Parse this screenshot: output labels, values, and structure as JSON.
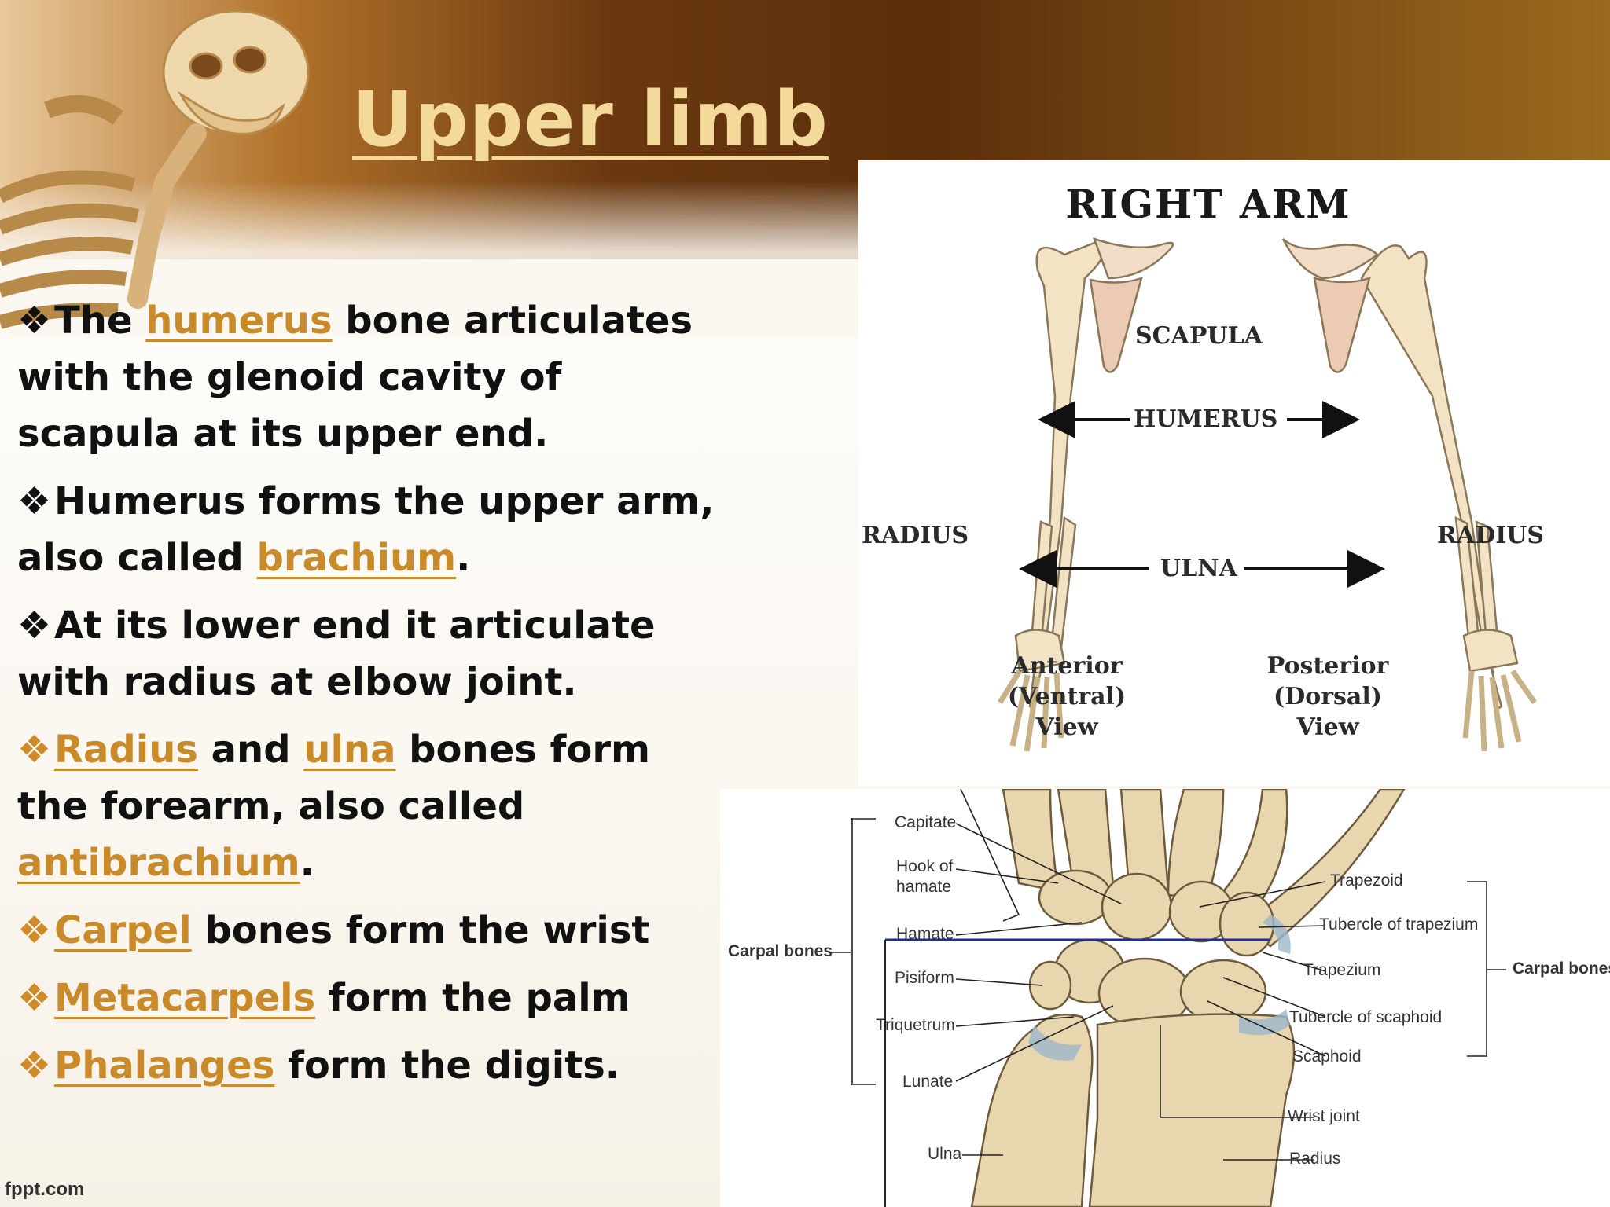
{
  "slide": {
    "title": "Upper limb",
    "footer": "fppt.com"
  },
  "bullets": [
    {
      "marker": "❖",
      "parts": [
        {
          "text": "The "
        },
        {
          "text": "humerus",
          "kw": true
        },
        {
          "text": " bone articulates with the glenoid cavity of scapula at its upper end."
        }
      ]
    },
    {
      "marker": "❖",
      "parts": [
        {
          "text": "Humerus forms the upper arm, also called "
        },
        {
          "text": "brachium",
          "kw": true
        },
        {
          "text": "."
        }
      ]
    },
    {
      "marker": "❖",
      "parts": [
        {
          "text": "At its lower end it articulate with radius at elbow joint."
        }
      ]
    },
    {
      "marker": "❖",
      "gold": true,
      "parts": [
        {
          "text": "Radius",
          "kw": true
        },
        {
          "text": " and "
        },
        {
          "text": "ulna",
          "kw": true
        },
        {
          "text": " bones form the forearm, also called "
        },
        {
          "text": "antibrachium",
          "kw": true
        },
        {
          "text": "."
        }
      ]
    },
    {
      "marker": "❖",
      "gold": true,
      "parts": [
        {
          "text": "Carpel",
          "kw": true
        },
        {
          "text": " bones form the wrist"
        }
      ]
    },
    {
      "marker": "❖",
      "gold": true,
      "parts": [
        {
          "text": "Metacarpels",
          "kw": true
        },
        {
          "text": " form the palm"
        }
      ]
    },
    {
      "marker": "❖",
      "gold": true,
      "parts": [
        {
          "text": "Phalanges",
          "kw": true
        },
        {
          "text": " form the digits."
        }
      ]
    }
  ],
  "arm_diagram": {
    "title": "RIGHT ARM",
    "scapula": "SCAPULA",
    "humerus": "HUMERUS",
    "ulna": "ULNA",
    "radius_left": "RADIUS",
    "radius_right": "RADIUS",
    "anterior": [
      "Anterior",
      "(Ventral)",
      "View"
    ],
    "posterior": [
      "Posterior",
      "(Dorsal)",
      "View"
    ]
  },
  "wrist_diagram": {
    "left_labels": {
      "capitate": "Capitate",
      "hook_of_hamate": [
        "Hook of",
        "hamate"
      ],
      "hamate": "Hamate",
      "pisiform": "Pisiform",
      "triquetrum": "Triquetrum",
      "lunate": "Lunate",
      "ulna": "Ulna"
    },
    "right_labels": {
      "trapezoid": "Trapezoid",
      "tubercle_of_trapezium": "Tubercle of trapezium",
      "trapezium": "Trapezium",
      "tubercle_of_scaphoid": "Tubercle of scaphoid",
      "scaphoid": "Scaphoid",
      "wrist_joint": "Wrist joint",
      "radius": "Radius"
    },
    "carpal_bones_left": "Carpal bones",
    "carpal_bones_right": "Carpal bones"
  },
  "colors": {
    "title": "#f3d99a",
    "keyword": "#c98a2a",
    "banner_dark": "#5b2f0b",
    "bone": "#ecdcb8",
    "scapula": "#eccbb4",
    "ligament": "#9cb6cc"
  }
}
